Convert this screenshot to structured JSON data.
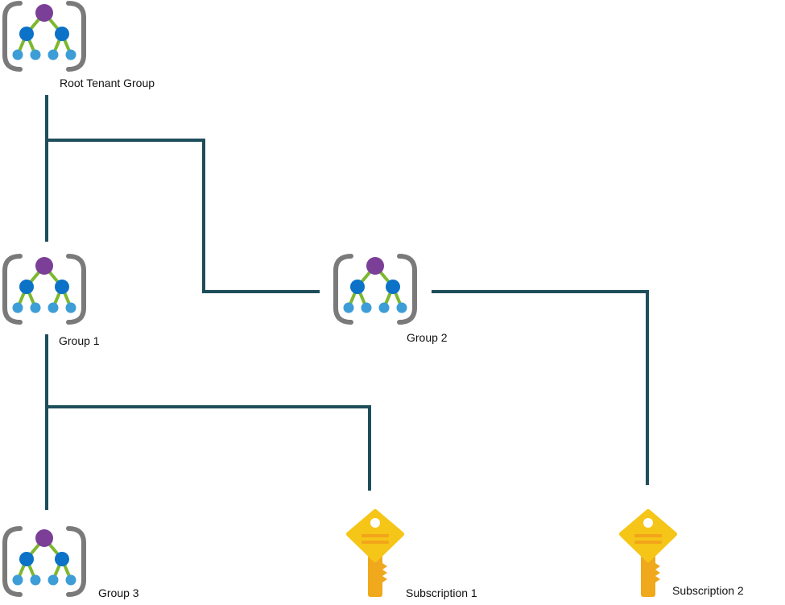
{
  "colors": {
    "connector": "#1e4e5c",
    "bracket": "#7a7a7a",
    "root_node": "#7b3f98",
    "mid_node": "#0b72c8",
    "leaf_node": "#3d9dd6",
    "branch": "#7cb82f",
    "key_main": "#f5c518",
    "key_shadow": "#f0a81c",
    "key_stripe": "#f2a51a"
  },
  "nodes": [
    {
      "id": "root-tenant-group",
      "label": "Root Tenant Group",
      "icon": "management-group-icon"
    },
    {
      "id": "group-1",
      "label": "Group 1",
      "icon": "management-group-icon"
    },
    {
      "id": "group-2",
      "label": "Group 2",
      "icon": "management-group-icon"
    },
    {
      "id": "group-3",
      "label": "Group 3",
      "icon": "management-group-icon"
    },
    {
      "id": "subscription-1",
      "label": "Subscription 1",
      "icon": "subscription-key-icon"
    },
    {
      "id": "subscription-2",
      "label": "Subscription 2",
      "icon": "subscription-key-icon"
    }
  ],
  "edges": [
    {
      "from": "root-tenant-group",
      "to": "group-1"
    },
    {
      "from": "root-tenant-group",
      "to": "group-2"
    },
    {
      "from": "group-1",
      "to": "group-3"
    },
    {
      "from": "group-1",
      "to": "subscription-1"
    },
    {
      "from": "group-2",
      "to": "subscription-2"
    }
  ]
}
